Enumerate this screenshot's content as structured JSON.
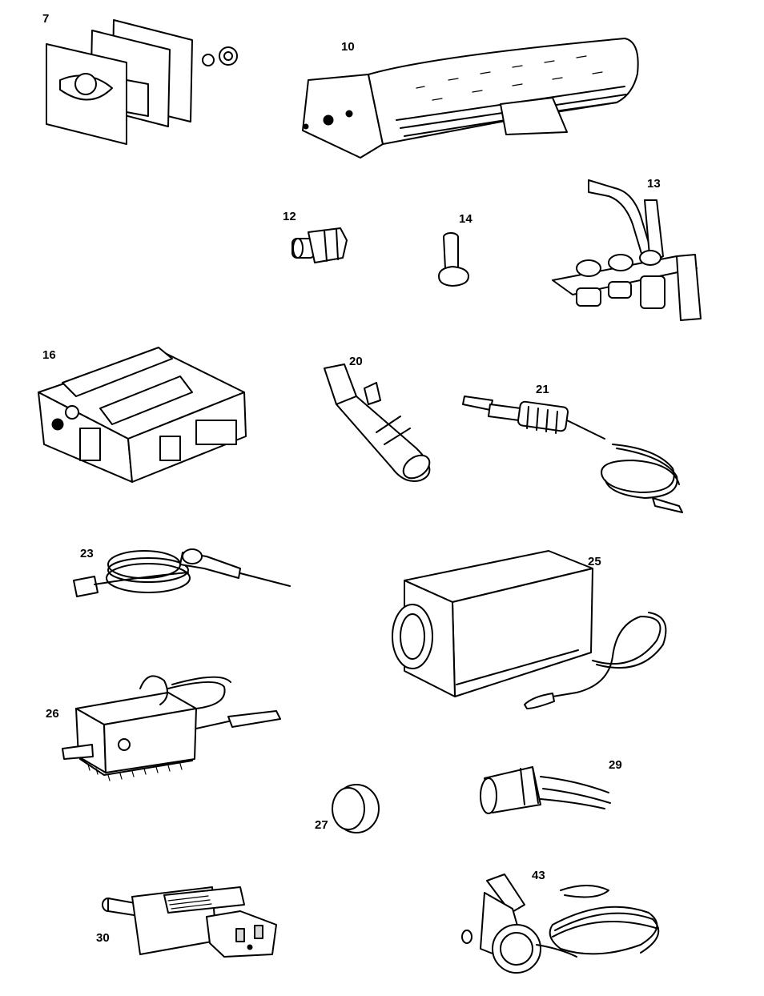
{
  "parts": [
    {
      "id": "7",
      "icon": "bracket-plates-icon"
    },
    {
      "id": "10",
      "icon": "burner-icon"
    },
    {
      "id": "12",
      "icon": "nozzle-icon"
    },
    {
      "id": "14",
      "icon": "screw-icon"
    },
    {
      "id": "13",
      "icon": "pilot-assembly-icon"
    },
    {
      "id": "16",
      "icon": "control-box-icon"
    },
    {
      "id": "20",
      "icon": "igniter-icon"
    },
    {
      "id": "21",
      "icon": "spark-electrode-icon"
    },
    {
      "id": "23",
      "icon": "thermocouple-icon"
    },
    {
      "id": "25",
      "icon": "thermostat-box-icon"
    },
    {
      "id": "26",
      "icon": "thermostat-control-icon"
    },
    {
      "id": "27",
      "icon": "cap-icon"
    },
    {
      "id": "29",
      "icon": "capacitor-icon"
    },
    {
      "id": "30",
      "icon": "connector-plug-icon"
    },
    {
      "id": "43",
      "icon": "sensor-coil-icon"
    }
  ]
}
